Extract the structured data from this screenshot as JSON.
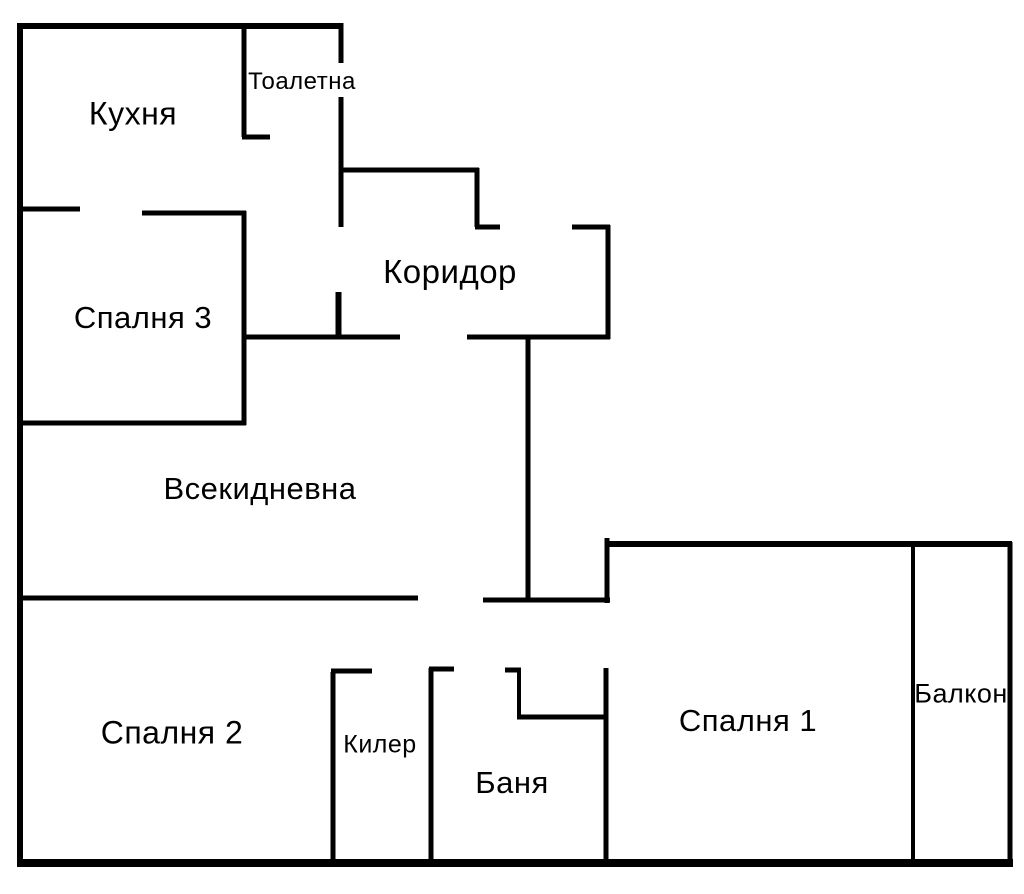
{
  "page": {
    "background_color": "#ffffff",
    "wall_color": "#000000",
    "text_color": "#000000"
  },
  "floor_plan": {
    "rooms": [
      {
        "id": "kitchen",
        "label": "Кухня"
      },
      {
        "id": "toilet",
        "label": "Тоалетна"
      },
      {
        "id": "bedroom3",
        "label": "Спалня 3"
      },
      {
        "id": "corridor",
        "label": "Коридор"
      },
      {
        "id": "living",
        "label": "Всекидневна"
      },
      {
        "id": "bedroom2",
        "label": "Спалня 2"
      },
      {
        "id": "closet",
        "label": "Килер"
      },
      {
        "id": "bath",
        "label": "Баня"
      },
      {
        "id": "bedroom1",
        "label": "Спалня 1"
      },
      {
        "id": "balcony",
        "label": "Балкон"
      }
    ]
  }
}
